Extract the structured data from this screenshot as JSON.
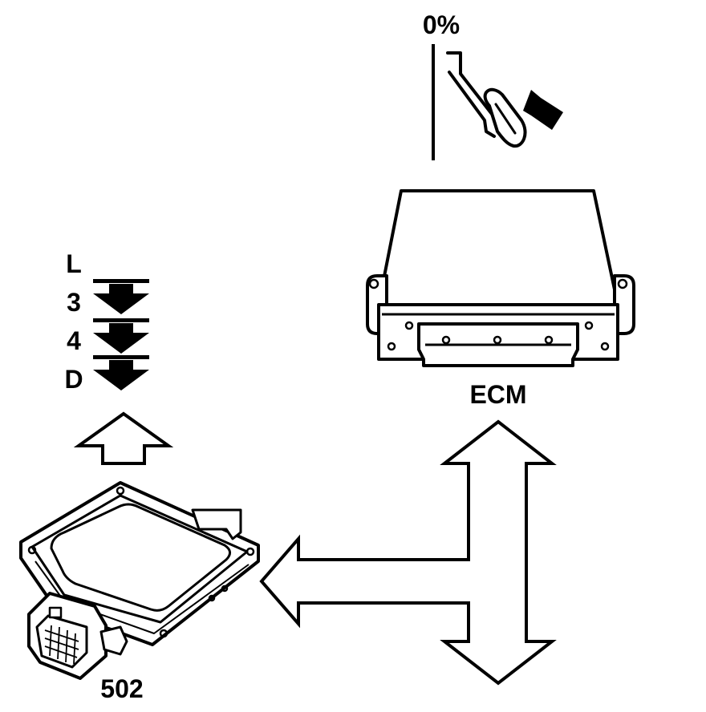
{
  "labels": {
    "pedal_position": "0%",
    "ecm": "ECM",
    "module": "502",
    "gear_l": "L",
    "gear_3": "3",
    "gear_4": "4",
    "gear_d": "D"
  },
  "icons": {
    "pedal": "accelerator-pedal-icon",
    "press": "press-arrow-icon",
    "downshift": "downshift-arrow-icon",
    "upward": "upward-outline-arrow-icon",
    "bus": "bidirectional-bus-arrow-icon"
  },
  "colors": {
    "line": "#000000",
    "background": "#ffffff"
  }
}
